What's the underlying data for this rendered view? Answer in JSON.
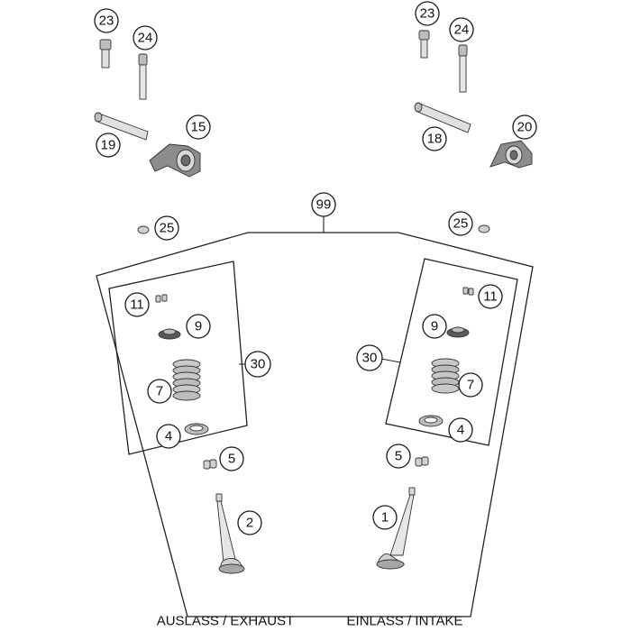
{
  "colors": {
    "line": "#222222",
    "part_fill_light": "#d9d9d9",
    "part_fill_mid": "#a6a6a6",
    "part_fill_dark": "#4d4d4d",
    "background": "#ffffff"
  },
  "callouts": {
    "c23_left": "23",
    "c24_left": "24",
    "c23_right": "23",
    "c24_right": "24",
    "c15": "15",
    "c19": "19",
    "c18": "18",
    "c20": "20",
    "c99": "99",
    "c25_left": "25",
    "c25_right": "25",
    "c11_left": "11",
    "c9_left": "9",
    "c7_left": "7",
    "c4_left": "4",
    "c30_left": "30",
    "c5_left": "5",
    "c2": "2",
    "c11_right": "11",
    "c9_right": "9",
    "c7_right": "7",
    "c4_right": "4",
    "c30_right": "30",
    "c5_right": "5",
    "c1": "1"
  },
  "captions": {
    "left": "AUSLASS / EXHAUST",
    "right": "EINLASS / INTAKE"
  }
}
